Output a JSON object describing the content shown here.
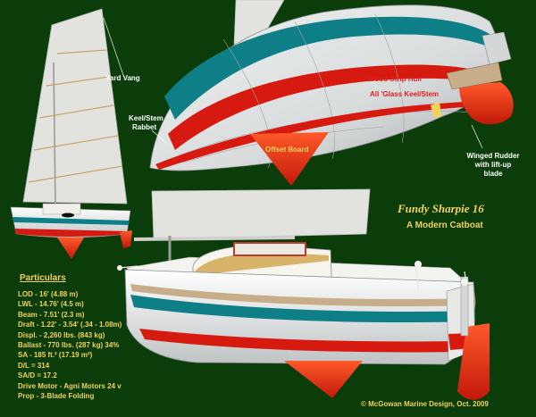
{
  "title": "Fundy Sharpie 16",
  "subtitle": "A Modern Catboat",
  "labels": {
    "yard_vang": "Yard Vang",
    "keel_stem_rabbet_1": "Keel/Stem",
    "keel_stem_rabbet_2": "Rabbet",
    "wood_strip_hull": "Wood Strip Hull",
    "glass_keel_stem": "All 'Glass Keel/Stem",
    "offset_board": "Offset Board",
    "winged_rudder_1": "Winged Rudder",
    "winged_rudder_2": "with lift-up",
    "winged_rudder_3": "blade"
  },
  "particulars": {
    "heading": "Particulars",
    "specs": [
      "LOD - 16' (4.88 m)",
      "LWL - 14.76' (4.5 m)",
      "Beam - 7.51' (2.3 m)",
      "Draft - 1.22' - 3.54' (.34 - 1.08m)",
      "Displ. - 2,260 lbs. (843 kg)",
      "Ballast - 770 lbs. (287 kg) 34%",
      "SA - 185 ft.² (17.19 m²)",
      "D/L = 314",
      "SA/D = 17.2",
      "Drive Motor - Agni Motors 24 v",
      "Prop - 3-Blade Folding"
    ]
  },
  "credit": "© McGowan Marine Design, Oct. 2009",
  "colors": {
    "background": "#0b3d0b",
    "hull": "#f4f4f4",
    "stripe_teal": "#0e7f86",
    "stripe_red": "#d61a10",
    "appendage": "#e4300e",
    "sail": "#e2e2de",
    "label_yellow": "#f2d25a",
    "label_red": "#e02020"
  }
}
